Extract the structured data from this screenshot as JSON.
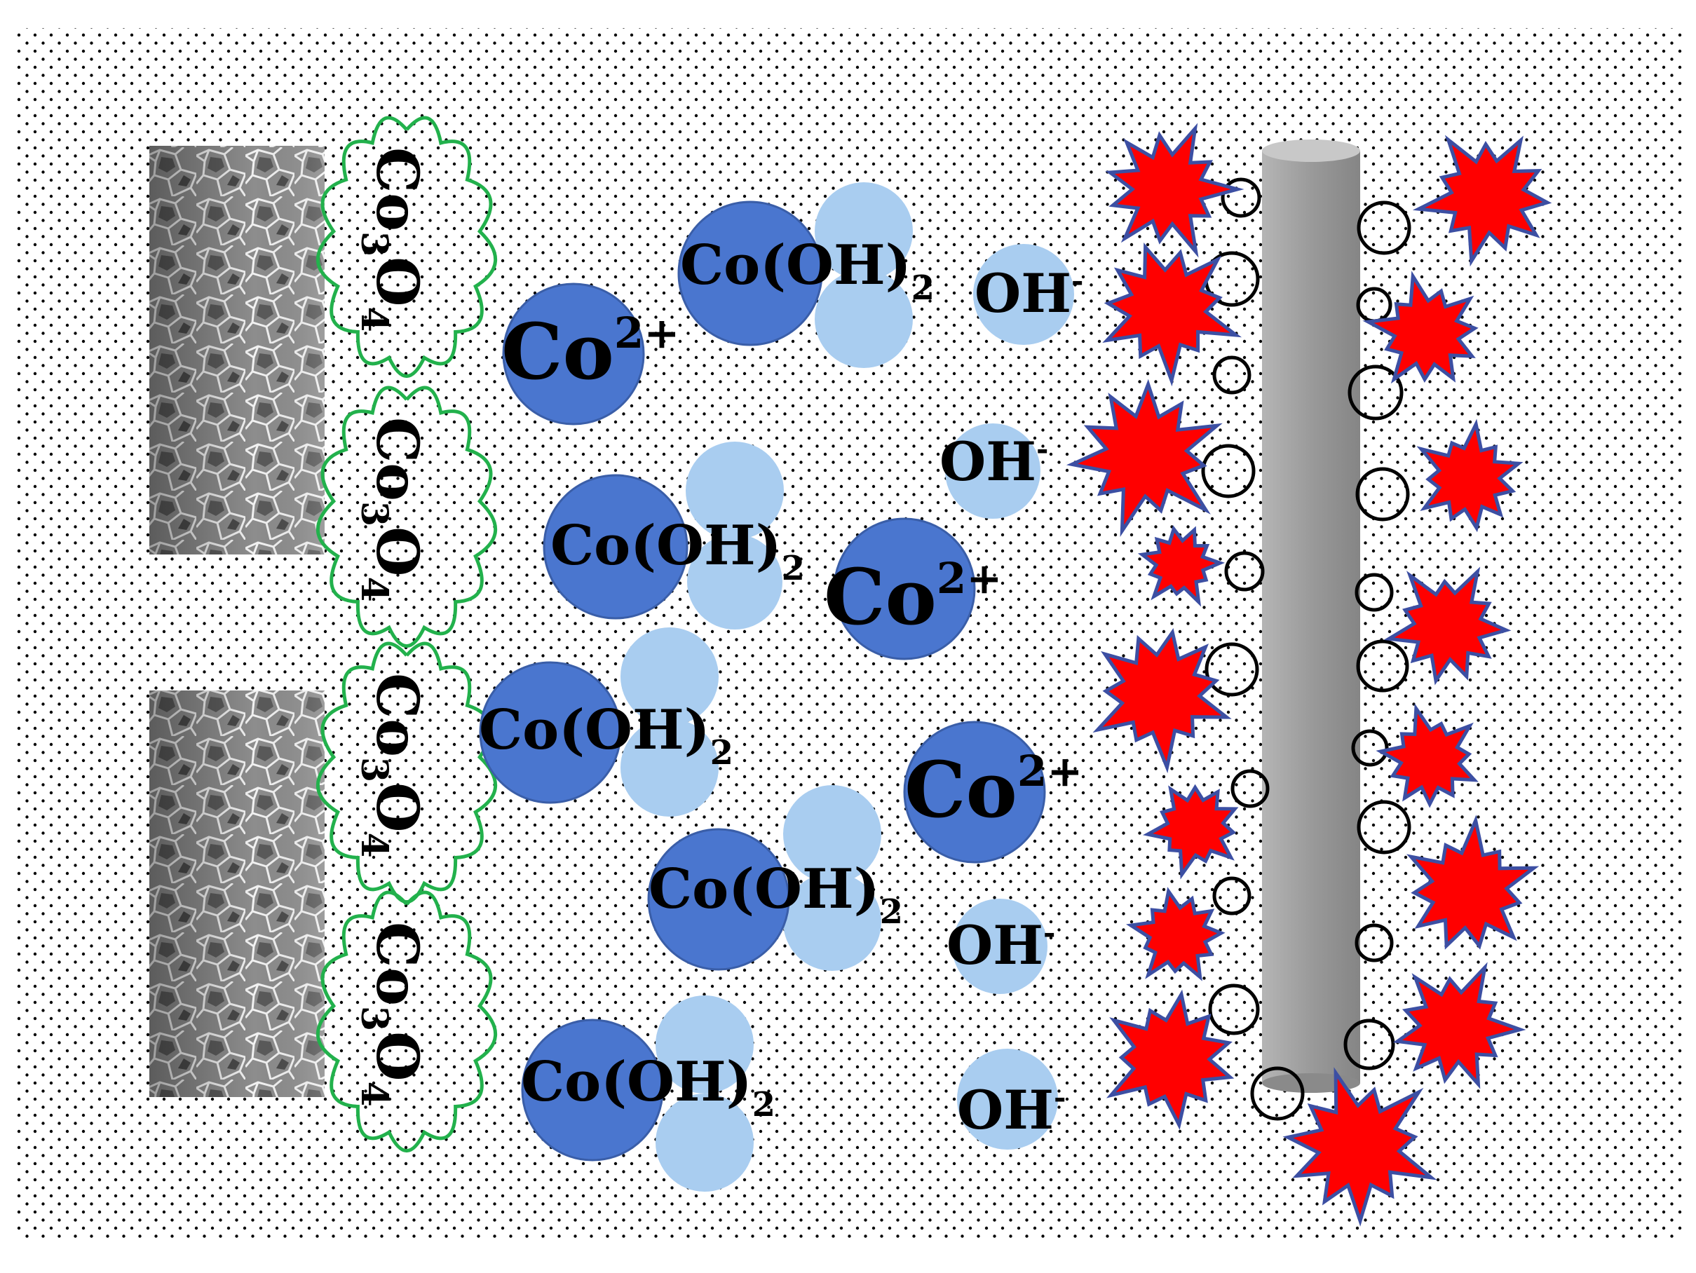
{
  "diagram": {
    "co3o4_labels": [
      {
        "main": "Co",
        "sub": "3",
        "main2": "O",
        "sub2": "4"
      },
      {
        "main": "Co",
        "sub": "3",
        "main2": "O",
        "sub2": "4"
      },
      {
        "main": "Co",
        "sub": "3",
        "main2": "O",
        "sub2": "4"
      },
      {
        "main": "Co",
        "sub": "3",
        "main2": "O",
        "sub2": "4"
      }
    ],
    "co_ion": {
      "main": "Co",
      "sup": "2+"
    },
    "cooh2": {
      "main": "Co(OH)",
      "sub": "2"
    },
    "oh_ion": {
      "main": "OH",
      "sup": "-"
    },
    "colors": {
      "dark_blue": "#4a76cf",
      "light_blue": "#a9cdf0",
      "cloud_green": "#22b14c",
      "star_fill": "#ff0000",
      "star_stroke": "#3c4fa3",
      "rod": "#9a9a9a"
    }
  }
}
